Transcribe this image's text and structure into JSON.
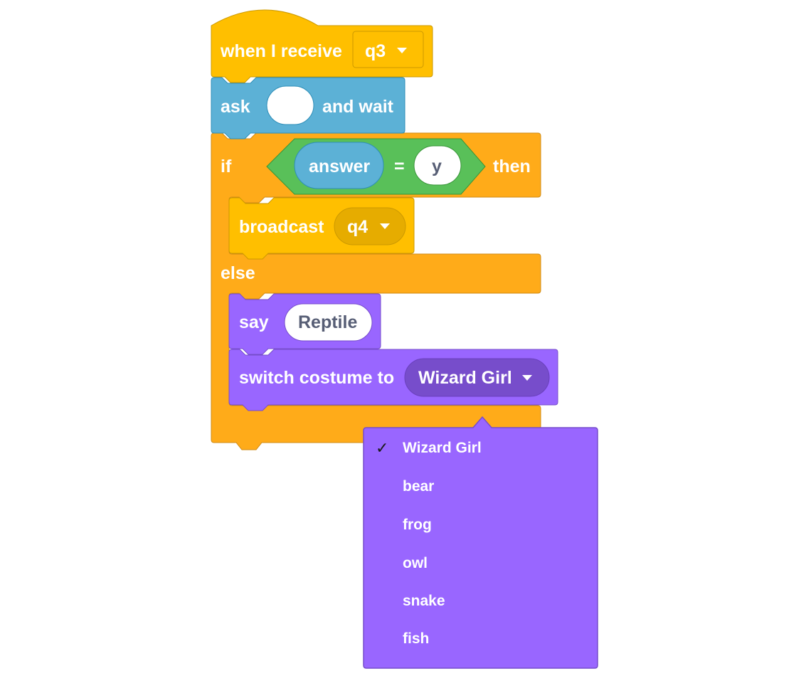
{
  "colors": {
    "events": "#ffbf00",
    "events_border": "#cc9900",
    "events_field": "#e6ac00",
    "sensing": "#5cb1d6",
    "sensing_border": "#2e8eb8",
    "control": "#ffab19",
    "control_border": "#cf8b17",
    "operators": "#59c059",
    "operators_border": "#389438",
    "looks": "#9966ff",
    "looks_border": "#774dcb",
    "looks_field": "#774dcb",
    "text_light": "#ffffff",
    "text_dark": "#575e75"
  },
  "blocks": {
    "hat": {
      "label": "when I receive",
      "message": "q3"
    },
    "ask": {
      "label_before": "ask",
      "input": "",
      "label_after": "and wait"
    },
    "if_else": {
      "if_label": "if",
      "then_label": "then",
      "else_label": "else",
      "condition": {
        "left": "answer",
        "operator": "=",
        "right": "y"
      }
    },
    "broadcast": {
      "label": "broadcast",
      "message": "q4"
    },
    "say": {
      "label": "say",
      "value": "Reptile"
    },
    "switch_costume": {
      "label": "switch costume to",
      "value": "Wizard Girl"
    }
  },
  "dropdown": {
    "check_glyph": "✓",
    "selected_index": 0,
    "options": [
      "Wizard Girl",
      "bear",
      "frog",
      "owl",
      "snake",
      "fish"
    ]
  }
}
